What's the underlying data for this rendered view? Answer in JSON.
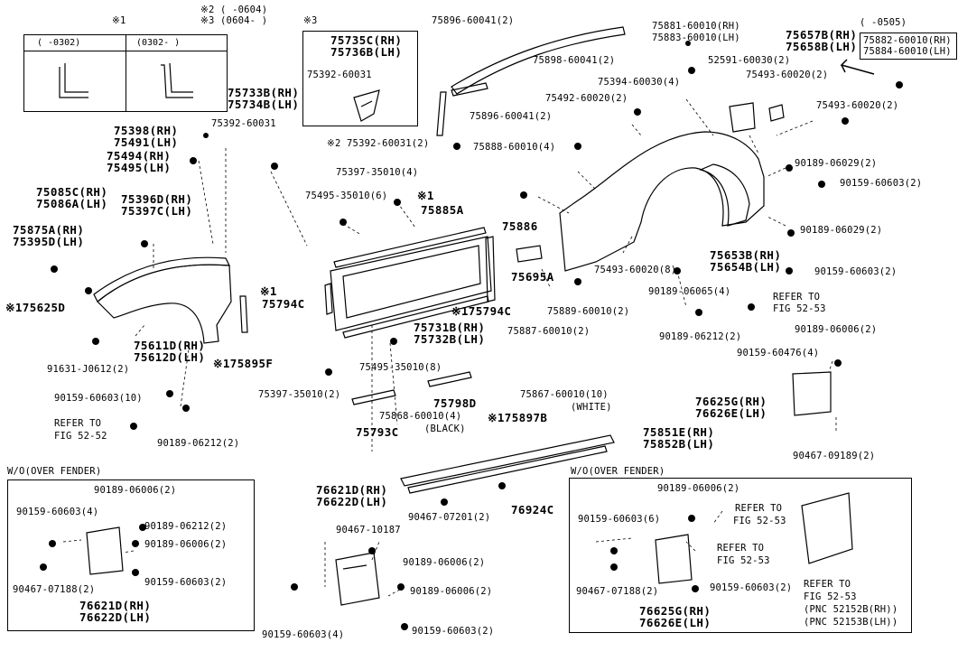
{
  "top_notes": {
    "note1": "※1",
    "note2": "※2 (   -0604)",
    "note3": "※3 (0604-     )",
    "note3_box": "※3",
    "note0505": "(     -0505)"
  },
  "legend_box": {
    "col1": "(    -0302)",
    "col2": "(0302-     )"
  },
  "section_titles": {
    "left": "W/O(OVER FENDER)",
    "right": "W/O(OVER FENDER)"
  },
  "labels": [
    "75735C(RH)",
    "75736B(LH)",
    "75392-60031",
    "75896-60041(2)",
    "75898-60041(2)",
    "75896-60041(2)",
    "75881-60010(RH)",
    "75883-60010(LH)",
    "75657B(RH)",
    "75658B(LH)",
    "75882-60010(RH)",
    "75884-60010(LH)",
    "52591-60030(2)",
    "75493-60020(2)",
    "75394-60030(4)",
    "75492-60020(2)",
    "75493-60020(2)",
    "75733B(RH)",
    "75734B(LH)",
    "75392-60031",
    "75398(RH)",
    "75491(LH)",
    "75494(RH)",
    "75495(LH)",
    "※2 75392-60031(2)",
    "75888-60010(4)",
    "75397-35010(4)",
    "75495-35010(6)",
    "※1",
    "75885A",
    "75085C(RH)",
    "75086A(LH)",
    "75396D(RH)",
    "75397C(LH)",
    "75875A(RH)",
    "75395D(LH)",
    "※175625D",
    "※1",
    "75794C",
    "※175794C",
    "75886",
    "75695A",
    "75493-60020(8)",
    "90189-06029(2)",
    "90159-60603(2)",
    "90189-06029(2)",
    "75653B(RH)",
    "75654B(LH)",
    "90159-60603(2)",
    "90189-06065(4)",
    "75889-60010(2)",
    "75887-60010(2)",
    "REFER TO",
    "FIG 52-53",
    "90189-06212(2)",
    "90189-06006(2)",
    "75731B(RH)",
    "75732B(LH)",
    "75495-35010(8)",
    "75611D(RH)",
    "75612D(LH)",
    "※175895F",
    "91631-J0612(2)",
    "90159-60603(10)",
    "REFER TO",
    "FIG 52-52",
    "90189-06212(2)",
    "75397-35010(2)",
    "75793C",
    "75798D",
    "75868-60010(4)",
    "(BLACK)",
    "75867-60010(10)",
    "(WHITE)",
    "※175897B",
    "75851E(RH)",
    "75852B(LH)",
    "90159-60476(4)",
    "76625G(RH)",
    "76626E(LH)",
    "90467-09189(2)",
    "76621D(RH)",
    "76622D(LH)",
    "90467-10187",
    "90467-07201(2)",
    "76924C",
    "90189-06006(2)",
    "90189-06006(2)",
    "90159-60603(4)",
    "90159-60603(2)",
    "90189-06006(2)",
    "90159-60603(4)",
    "90189-06212(2)",
    "90189-06006(2)",
    "90467-07188(2)",
    "90159-60603(2)",
    "76621D(RH)",
    "76622D(LH)",
    "90189-06006(2)",
    "REFER TO",
    "FIG 52-53",
    "90159-60603(6)",
    "REFER TO",
    "FIG 52-53",
    "90467-07188(2)",
    "90159-60603(2)",
    "76625G(RH)",
    "76626E(LH)",
    "REFER TO",
    "FIG 52-53",
    "(PNC 52152B(RH))",
    "(PNC 52153B(LH))"
  ]
}
